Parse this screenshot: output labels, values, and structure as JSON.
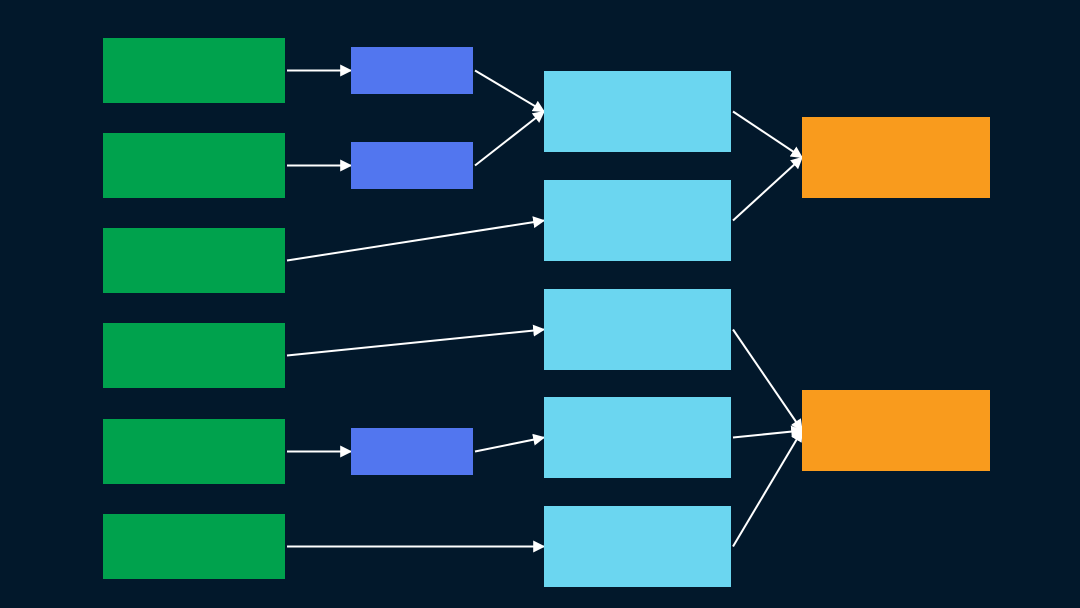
{
  "colors": {
    "background": "#02182b",
    "source": "#00a24d",
    "intermediate": "#5276ef",
    "process": "#6bd6f0",
    "output": "#f99b1d",
    "edge": "#ffffff"
  },
  "nodes": [
    {
      "id": "s1",
      "kind": "source",
      "label": ""
    },
    {
      "id": "s2",
      "kind": "source",
      "label": ""
    },
    {
      "id": "s3",
      "kind": "source",
      "label": ""
    },
    {
      "id": "s4",
      "kind": "source",
      "label": ""
    },
    {
      "id": "s5",
      "kind": "source",
      "label": ""
    },
    {
      "id": "s6",
      "kind": "source",
      "label": ""
    },
    {
      "id": "i1",
      "kind": "intermediate",
      "label": ""
    },
    {
      "id": "i2",
      "kind": "intermediate",
      "label": ""
    },
    {
      "id": "i3",
      "kind": "intermediate",
      "label": ""
    },
    {
      "id": "p1",
      "kind": "process",
      "label": ""
    },
    {
      "id": "p2",
      "kind": "process",
      "label": ""
    },
    {
      "id": "p3",
      "kind": "process",
      "label": ""
    },
    {
      "id": "p4",
      "kind": "process",
      "label": ""
    },
    {
      "id": "p5",
      "kind": "process",
      "label": ""
    },
    {
      "id": "p6",
      "kind": "process",
      "label": ""
    },
    {
      "id": "o1",
      "kind": "output",
      "label": ""
    },
    {
      "id": "o2",
      "kind": "output",
      "label": ""
    }
  ],
  "edges": [
    {
      "from": "s1",
      "to": "i1"
    },
    {
      "from": "s2",
      "to": "i2"
    },
    {
      "from": "i1",
      "to": "p1"
    },
    {
      "from": "i2",
      "to": "p1"
    },
    {
      "from": "s3",
      "to": "p2"
    },
    {
      "from": "s4",
      "to": "p3"
    },
    {
      "from": "s5",
      "to": "i3"
    },
    {
      "from": "i3",
      "to": "p4"
    },
    {
      "from": "s6",
      "to": "p6"
    },
    {
      "from": "p1",
      "to": "o1"
    },
    {
      "from": "p2",
      "to": "o1"
    },
    {
      "from": "p3",
      "to": "o2"
    },
    {
      "from": "p4",
      "to": "o2"
    },
    {
      "from": "p6",
      "to": "o2"
    }
  ]
}
